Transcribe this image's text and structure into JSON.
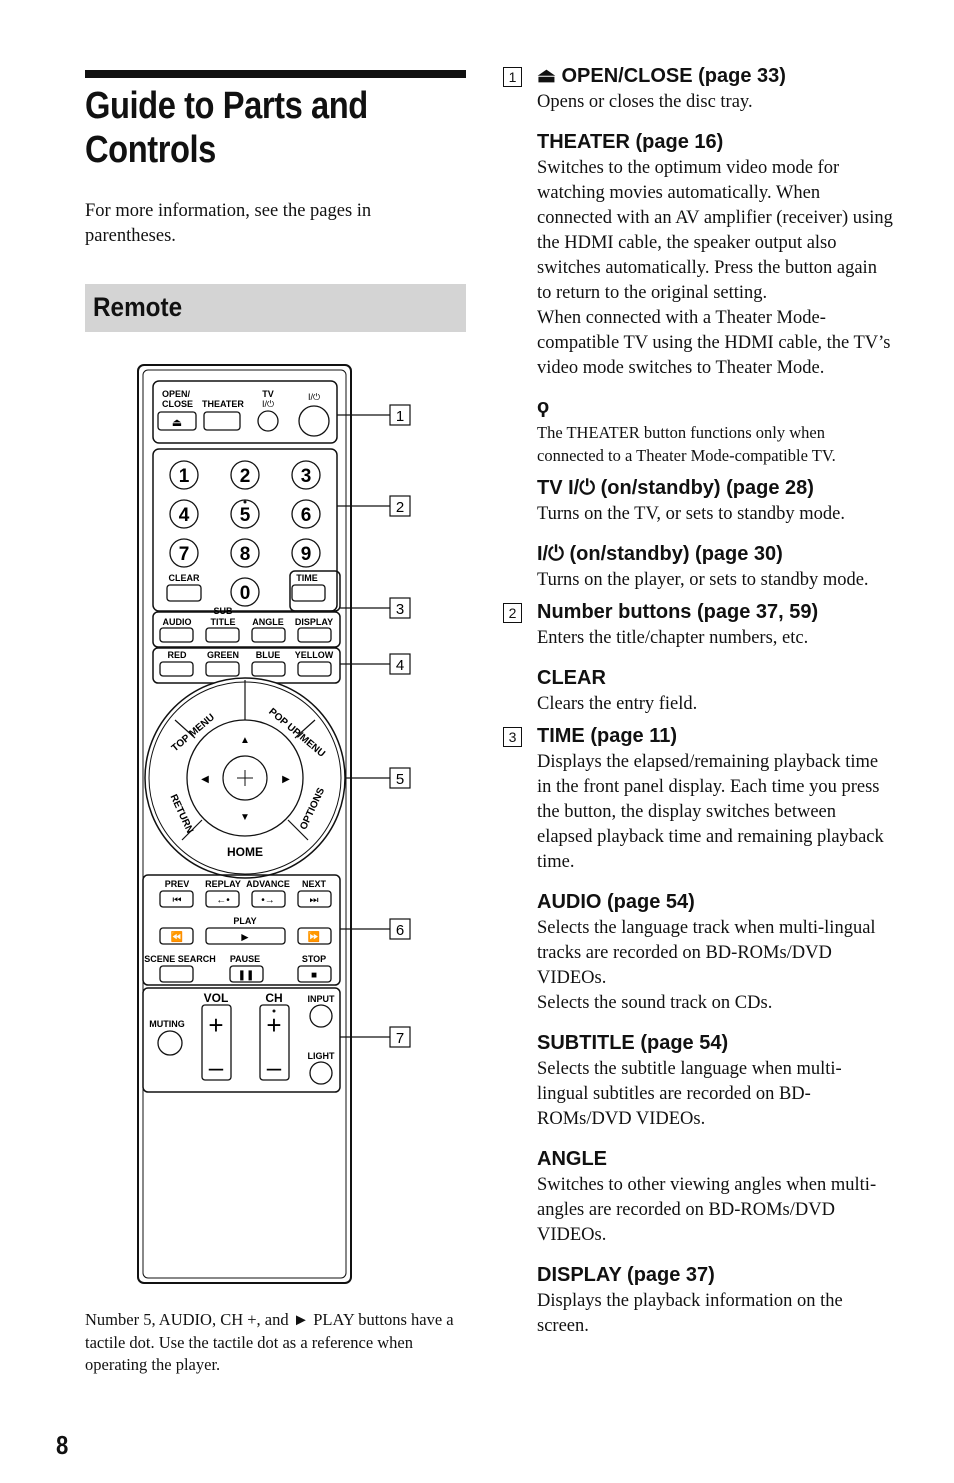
{
  "page": {
    "title": "Guide to Parts and Controls",
    "intro": "For more information, see the pages in parentheses.",
    "section": "Remote",
    "caption": "Number 5, AUDIO, CH +, and ► PLAY buttons have a tactile dot. Use the tactile dot as a reference when operating the player.",
    "page_number": "8"
  },
  "remote": {
    "callouts": [
      "1",
      "2",
      "3",
      "4",
      "5",
      "6",
      "7"
    ],
    "top_row": {
      "open_close": "OPEN/\nCLOSE",
      "theater": "THEATER",
      "tv": "TV",
      "tv_power_symbol": "I/⏻",
      "power_symbol": "I/⏻"
    },
    "digits": [
      "1",
      "2",
      "3",
      "4",
      "5",
      "6",
      "7",
      "8",
      "9",
      "0"
    ],
    "clear": "CLEAR",
    "time": "TIME",
    "function_row": [
      "AUDIO",
      "SUB\nTITLE",
      "ANGLE",
      "DISPLAY"
    ],
    "color_row": [
      "RED",
      "GREEN",
      "BLUE",
      "YELLOW"
    ],
    "ring": {
      "top_menu": "TOP MENU",
      "popup_menu": "POP UP/MENU",
      "return": "RETURN",
      "options": "OPTIONS",
      "home": "HOME"
    },
    "transport_row1": [
      "PREV",
      "REPLAY",
      "ADVANCE",
      "NEXT"
    ],
    "play": "PLAY",
    "transport_row3": [
      "SCENE SEARCH",
      "PAUSE",
      "STOP"
    ],
    "bottom": {
      "vol": "VOL",
      "ch": "CH",
      "input": "INPUT",
      "muting": "MUTING",
      "light": "LIGHT"
    }
  },
  "entries": [
    {
      "num": "1",
      "heading": "⏏ OPEN/CLOSE (page 33)",
      "body": "Opens or closes the disc tray."
    },
    {
      "num": "",
      "heading": "THEATER (page 16)",
      "body": "Switches to the optimum video mode for watching movies automatically. When connected with an AV amplifier (receiver) using the HDMI cable, the speaker output also switches automatically. Press the button again to return to the original setting.\nWhen connected with a Theater Mode-compatible TV using the HDMI cable, the TV’s video mode switches to Theater Mode."
    },
    {
      "num": "",
      "note_icon": "ϙ",
      "note": "The THEATER button functions only when connected to a Theater Mode-compatible TV."
    },
    {
      "num": "",
      "heading": "TV I/⏻ (on/standby) (page 28)",
      "body": "Turns on the TV, or sets to standby mode."
    },
    {
      "num": "",
      "heading": "I/⏻ (on/standby) (page 30)",
      "body": "Turns on the player, or sets to standby mode."
    },
    {
      "num": "2",
      "heading": "Number buttons (page 37, 59)",
      "body": "Enters the title/chapter numbers, etc."
    },
    {
      "num": "",
      "heading": "CLEAR",
      "body": "Clears the entry field."
    },
    {
      "num": "3",
      "heading": "TIME (page 11)",
      "body": "Displays the elapsed/remaining playback time in the front panel display. Each time you press the button, the display switches between elapsed playback time and remaining playback time."
    },
    {
      "num": "",
      "heading": "AUDIO (page 54)",
      "body": "Selects the language track when multi-lingual tracks are recorded on BD-ROMs/DVD VIDEOs.\nSelects the sound track on CDs."
    },
    {
      "num": "",
      "heading": "SUBTITLE (page 54)",
      "body": "Selects the subtitle language when multi-lingual subtitles are recorded on BD-ROMs/DVD VIDEOs."
    },
    {
      "num": "",
      "heading": "ANGLE",
      "body": "Switches to other viewing angles when multi-angles are recorded on BD-ROMs/DVD VIDEOs."
    },
    {
      "num": "",
      "heading": "DISPLAY (page 37)",
      "body": "Displays the playback information on the screen."
    }
  ]
}
